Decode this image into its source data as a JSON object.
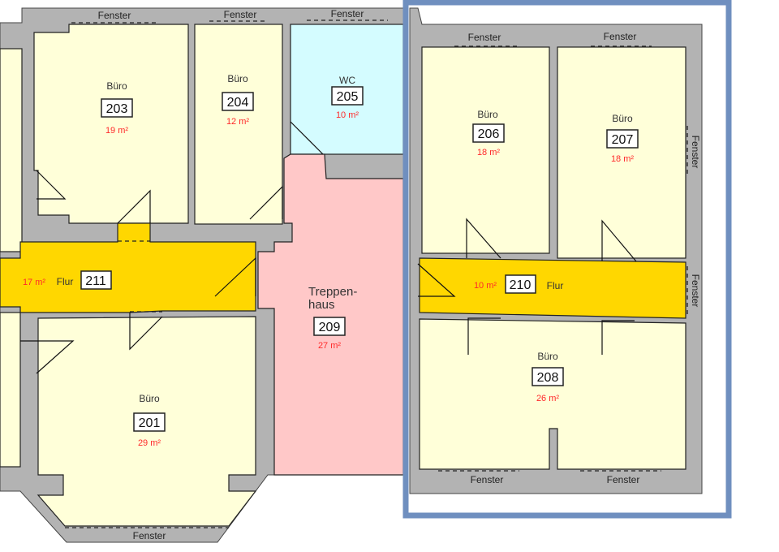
{
  "window_label": "Fenster",
  "rooms": {
    "r201": {
      "type": "Büro",
      "number": "201",
      "area": "29 m²"
    },
    "r203": {
      "type": "Büro",
      "number": "203",
      "area": "19 m²"
    },
    "r204": {
      "type": "Büro",
      "number": "204",
      "area": "12 m²"
    },
    "r205": {
      "type": "WC",
      "number": "205",
      "area": "10 m²"
    },
    "r206": {
      "type": "Büro",
      "number": "206",
      "area": "18 m²"
    },
    "r207": {
      "type": "Büro",
      "number": "207",
      "area": "18 m²"
    },
    "r208": {
      "type": "Büro",
      "number": "208",
      "area": "26 m²"
    },
    "r209": {
      "type_line1": "Treppen-",
      "type_line2": "haus",
      "number": "209",
      "area": "27 m²"
    },
    "r210": {
      "type": "Flur",
      "number": "210",
      "area": "10 m²"
    },
    "r211": {
      "type": "Flur",
      "number": "211",
      "area": "17 m²"
    }
  },
  "colors": {
    "office": "#ffffd9",
    "corridor": "#ffd700",
    "wc": "#d4fcff",
    "stair": "#ffc8c8",
    "wall": "#b3b3b3",
    "highlight": "#6f8fbf",
    "area_text": "#ff2a2a"
  }
}
